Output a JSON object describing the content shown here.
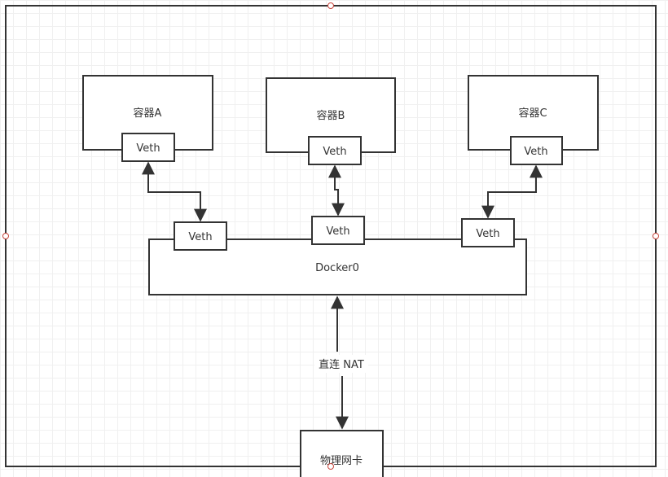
{
  "containers": [
    {
      "label": "容器A",
      "veth": "Veth"
    },
    {
      "label": "容器B",
      "veth": "Veth"
    },
    {
      "label": "容器C",
      "veth": "Veth"
    }
  ],
  "bridge": {
    "label": "Docker0",
    "veths": [
      "Veth",
      "Veth",
      "Veth"
    ]
  },
  "link": {
    "label": "直连 NAT"
  },
  "nic": {
    "label": "物理网卡"
  },
  "colors": {
    "stroke": "#333333",
    "text": "#333333",
    "selection_handle": "#c8453c"
  }
}
